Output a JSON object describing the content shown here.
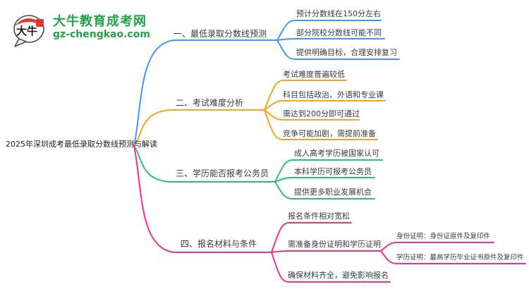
{
  "site": {
    "name": "大牛教育成考网",
    "url": "gz-chengkao.com",
    "logo_text": "大牛"
  },
  "mindmap": {
    "central_topic": "2025年深圳成考最低录取分数线预测与解读",
    "branches": [
      {
        "label": "一、最低录取分数线预测",
        "color": "#4496f5",
        "children": [
          {
            "label": "预计分数线在150分左右"
          },
          {
            "label": "部分院校分数线可能不同"
          },
          {
            "label": "提供明确目标，合理安排复习"
          }
        ]
      },
      {
        "label": "二、考试难度分析",
        "color": "#f9a41c",
        "children": [
          {
            "label": "考试难度普遍较低"
          },
          {
            "label": "科目包括政治、外语和专业课"
          },
          {
            "label": "需达到200分即可通过"
          },
          {
            "label": "竞争可能加剧，需提前准备"
          }
        ]
      },
      {
        "label": "三、学历能否报考公务员",
        "color": "#2ebe77",
        "children": [
          {
            "label": "成人高考学历被国家认可"
          },
          {
            "label": "本科学历可报考公务员"
          },
          {
            "label": "提供更多职业发展机会"
          }
        ]
      },
      {
        "label": "四、报名材料与条件",
        "color": "#f1318c",
        "children": [
          {
            "label": "报名条件相对宽松"
          },
          {
            "label": "需准备身份证明和学历证明",
            "children": [
              {
                "label": "身份证明：身份证原件及复印件"
              },
              {
                "label": "学历证明：最高学历毕业证书原件及复印件"
              }
            ]
          },
          {
            "label": "确保材料齐全，避免影响报名"
          }
        ]
      }
    ]
  },
  "colors": {
    "background": "#ffffff",
    "text": "#3a3a3a",
    "brand_green": "#21a24b",
    "logo_red": "#d93a30",
    "branch_blue": "#4496f5",
    "branch_orange": "#f9a41c",
    "branch_green": "#2ebe77",
    "branch_pink": "#f1318c"
  }
}
